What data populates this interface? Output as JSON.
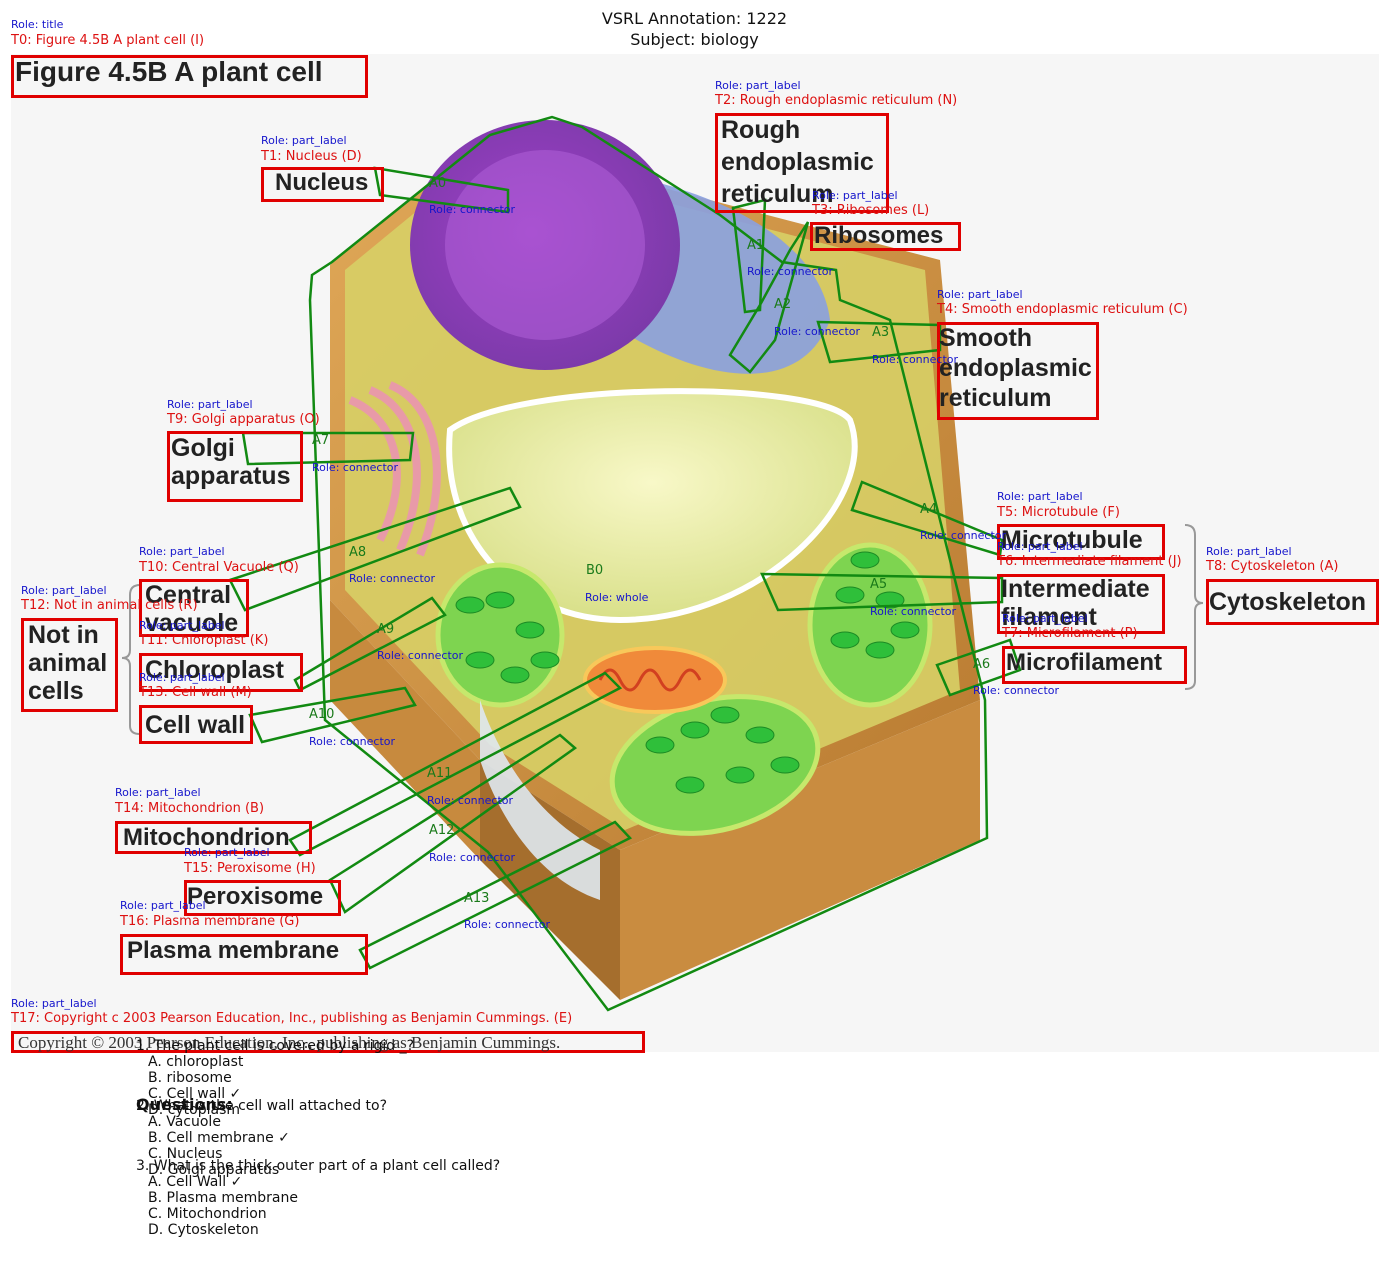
{
  "header": {
    "line1": "VSRL Annotation: 1222",
    "line2": "Subject: biology"
  },
  "annotations": [
    {
      "id": "T0",
      "role": "Role: title",
      "ann": "T0: Figure 4.5B A plant cell (I)",
      "text": [
        "Figure 4.5B  A plant cell"
      ]
    },
    {
      "id": "T1",
      "role": "Role: part_label",
      "ann": "T1: Nucleus (D)",
      "text": [
        "Nucleus"
      ]
    },
    {
      "id": "T2",
      "role": "Role: part_label",
      "ann": "T2: Rough endoplasmic reticulum (N)",
      "text": [
        "Rough",
        "endoplasmic",
        "reticulum"
      ]
    },
    {
      "id": "T3",
      "role": "Role: part_label",
      "ann": "T3: Ribosomes (L)",
      "text": [
        "Ribosomes"
      ]
    },
    {
      "id": "T4",
      "role": "Role: part_label",
      "ann": "T4: Smooth endoplasmic reticulum (C)",
      "text": [
        "Smooth",
        "endoplasmic",
        "reticulum"
      ]
    },
    {
      "id": "T5",
      "role": "Role: part_label",
      "ann": "T5: Microtubule (F)",
      "text": [
        "Microtubule"
      ]
    },
    {
      "id": "T6",
      "role": "Role: part_label",
      "ann": "T6: Intermediate filament (J)",
      "text": [
        "Intermediate",
        "filament"
      ]
    },
    {
      "id": "T7",
      "role": "Role: part_label",
      "ann": "T7: Microfilament (P)",
      "text": [
        "Microfilament"
      ]
    },
    {
      "id": "T8",
      "role": "Role: part_label",
      "ann": "T8: Cytoskeleton (A)",
      "text": [
        "Cytoskeleton"
      ]
    },
    {
      "id": "T9",
      "role": "Role: part_label",
      "ann": "T9: Golgi apparatus (O)",
      "text": [
        "Golgi",
        "apparatus"
      ]
    },
    {
      "id": "T10",
      "role": "Role: part_label",
      "ann": "T10: Central Vacuole (Q)",
      "text": [
        "Central",
        "vacuole"
      ]
    },
    {
      "id": "T11",
      "role": "Role: part_label",
      "ann": "T11: Chloroplast (K)",
      "text": [
        "Chloroplast"
      ]
    },
    {
      "id": "T12",
      "role": "Role: part_label",
      "ann": "T12: Not in animal cells (R)",
      "text": [
        "Not in",
        "animal",
        "cells"
      ]
    },
    {
      "id": "T13",
      "role": "Role: part_label",
      "ann": "T13: Cell wall (M)",
      "text": [
        "Cell wall"
      ]
    },
    {
      "id": "T14",
      "role": "Role: part_label",
      "ann": "T14: Mitochondrion (B)",
      "text": [
        "Mitochondrion"
      ]
    },
    {
      "id": "T15",
      "role": "Role: part_label",
      "ann": "T15: Peroxisome (H)",
      "text": [
        "Peroxisome"
      ]
    },
    {
      "id": "T16",
      "role": "Role: part_label",
      "ann": "T16: Plasma membrane (G)",
      "text": [
        "Plasma membrane"
      ]
    },
    {
      "id": "T17",
      "role": "Role: part_label",
      "ann": "T17: Copyright c 2003 Pearson Education, Inc., publishing as Benjamin Cummings. (E)",
      "text": [
        "Copyright © 2003 Pearson Education, Inc., publishing as Benjamin Cummings."
      ]
    }
  ],
  "connectors": [
    {
      "id": "A0",
      "role": "Role: connector"
    },
    {
      "id": "A1",
      "role": "Role: connector"
    },
    {
      "id": "A2",
      "role": "Role: connector"
    },
    {
      "id": "A3",
      "role": "Role: connector"
    },
    {
      "id": "A4",
      "role": "Role: connector"
    },
    {
      "id": "A5",
      "role": "Role: connector"
    },
    {
      "id": "A6",
      "role": "Role: connector"
    },
    {
      "id": "A7",
      "role": "Role: connector"
    },
    {
      "id": "A8",
      "role": "Role: connector"
    },
    {
      "id": "A9",
      "role": "Role: connector"
    },
    {
      "id": "A10",
      "role": "Role: connector"
    },
    {
      "id": "A11",
      "role": "Role: connector"
    },
    {
      "id": "A12",
      "role": "Role: connector"
    },
    {
      "id": "A13",
      "role": "Role: connector"
    }
  ],
  "whole": {
    "id": "B0",
    "role": "Role: whole"
  },
  "questions": {
    "title": "Questions:",
    "items": [
      {
        "q": "1. The plant cell is covered by a rigid _?",
        "options": [
          "A. chloroplast",
          "B. ribosome",
          "C. Cell wall ✓",
          "D. cytoplasm"
        ]
      },
      {
        "q": "2. What is the cell wall attached to?",
        "options": [
          "A. Vacuole",
          "B. Cell membrane ✓",
          "C. Nucleus",
          "D. Golgi apparatus"
        ]
      },
      {
        "q": "3. What is the thick outer part of a plant cell called?",
        "options": [
          "A. Cell Wall ✓",
          "B. Plasma membrane",
          "C. Mitochondrion",
          "D. Cytoskeleton"
        ]
      }
    ]
  },
  "colors": {
    "box": "#e00000",
    "connector": "#118811",
    "role": "#1515cc",
    "annotation": "#dd1111"
  }
}
